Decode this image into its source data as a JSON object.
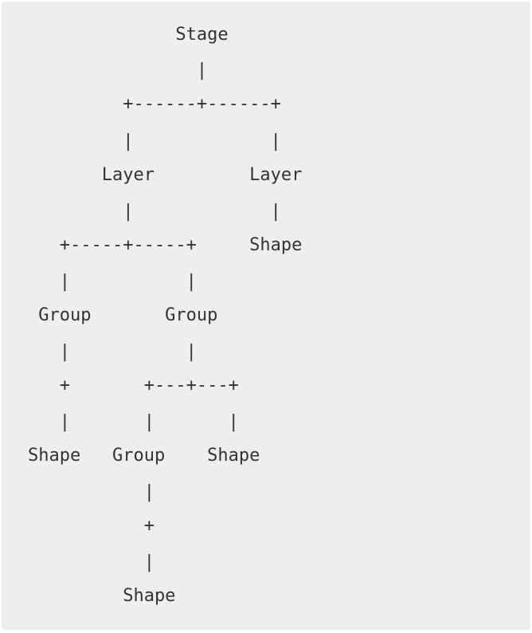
{
  "diagram": {
    "lines": [
      "              Stage",
      "                |",
      "         +------+------+",
      "         |             |",
      "       Layer         Layer",
      "         |             |",
      "   +-----+-----+     Shape",
      "   |           |",
      " Group       Group",
      "   |           |",
      "   +       +---+---+",
      "   |       |       |",
      "Shape   Group    Shape",
      "           |",
      "           +",
      "           |",
      "         Shape"
    ]
  }
}
